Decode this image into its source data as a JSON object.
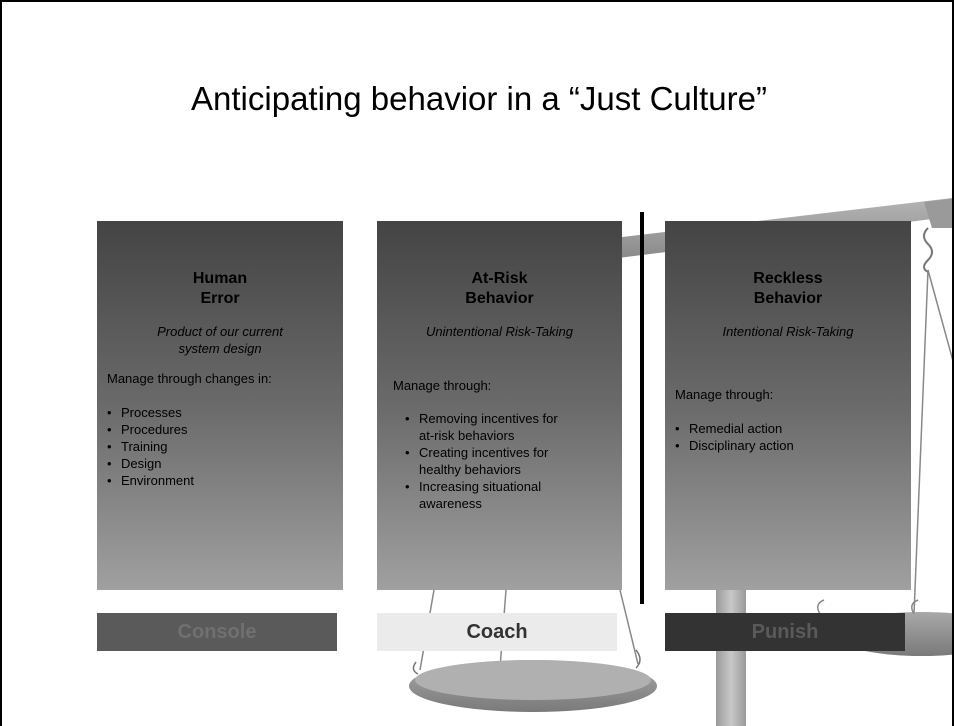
{
  "title": "Anticipating behavior in a “Just Culture”",
  "columns": [
    {
      "heading_line1": "Human",
      "heading_line2": "Error",
      "subtitle_line1": "Product of our current",
      "subtitle_line2": "system design",
      "manage_label": "Manage through changes in:",
      "items": [
        "Processes",
        "Procedures",
        "Training",
        "Design",
        "Environment"
      ]
    },
    {
      "heading_line1": "At-Risk",
      "heading_line2": "Behavior",
      "subtitle_line1": "Unintentional Risk-Taking",
      "manage_label": "Manage through:",
      "items": [
        [
          "Removing incentives for",
          "at-risk behaviors"
        ],
        [
          "Creating incentives for",
          "healthy behaviors"
        ],
        [
          "Increasing situational",
          "awareness"
        ]
      ]
    },
    {
      "heading_line1": "Reckless",
      "heading_line2": "Behavior",
      "subtitle_line1": "Intentional Risk-Taking",
      "manage_label": "Manage through:",
      "items": [
        "Remedial action",
        "Disciplinary action"
      ]
    }
  ],
  "actions": [
    {
      "label": "Console",
      "bg": "#5a5a5a",
      "fg": "#707070"
    },
    {
      "label": "Coach",
      "bg": "#ebebeb",
      "fg": "#333333"
    },
    {
      "label": "Punish",
      "bg": "#333333",
      "fg": "#5a5a5a"
    }
  ]
}
